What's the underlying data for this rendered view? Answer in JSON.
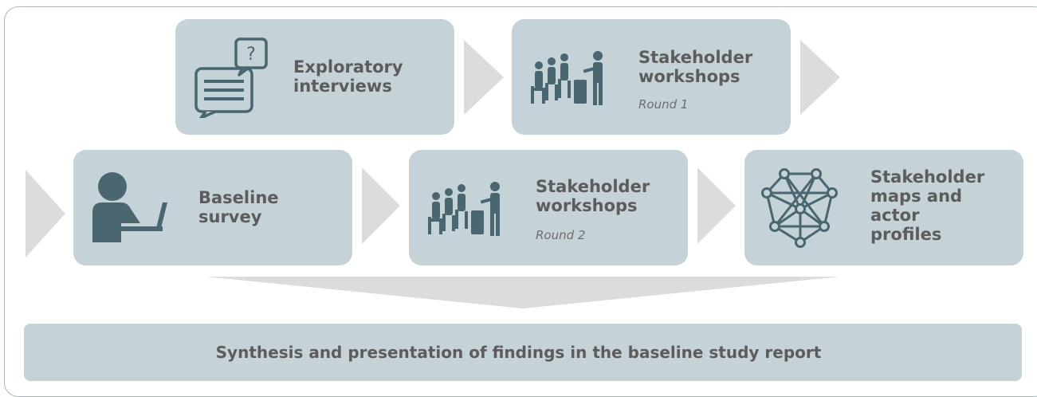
{
  "diagram": {
    "steps": [
      {
        "title": "Exploratory\ninterviews",
        "subtitle": "",
        "icon": "question-chat-icon"
      },
      {
        "title": "Stakeholder\nworkshops",
        "subtitle": "Round 1",
        "icon": "workshop-group-icon"
      },
      {
        "title": "Baseline\nsurvey",
        "subtitle": "",
        "icon": "laptop-user-icon"
      },
      {
        "title": "Stakeholder\nworkshops",
        "subtitle": "Round 2",
        "icon": "workshop-group-icon"
      },
      {
        "title": "Stakeholder\nmaps and\nactor\nprofiles",
        "subtitle": "",
        "icon": "network-icon"
      }
    ],
    "synthesis": "Synthesis and presentation of findings in the baseline study report",
    "colors": {
      "box": "#c5d3d9",
      "icon": "#4a6670",
      "arrow": "#dcdcdc",
      "text": "#5c5c5c",
      "frame": "#a9b7bd"
    }
  }
}
